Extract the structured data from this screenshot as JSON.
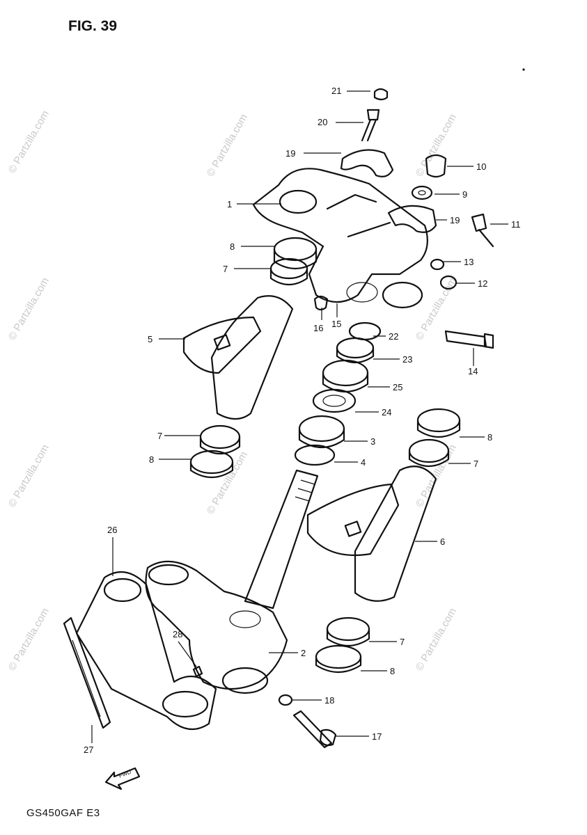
{
  "figure": {
    "title": "FIG. 39",
    "model_code": "GS450GAF E3"
  },
  "watermark": {
    "text": "© Partzilla.com",
    "color": "#c9c9c9"
  },
  "colors": {
    "ink": "#111111",
    "background": "#ffffff"
  },
  "fwd_marker": "FWD",
  "callouts": [
    {
      "label": "21"
    },
    {
      "label": "20"
    },
    {
      "label": "19"
    },
    {
      "label": "10"
    },
    {
      "label": "9"
    },
    {
      "label": "1"
    },
    {
      "label": "19"
    },
    {
      "label": "11"
    },
    {
      "label": "8"
    },
    {
      "label": "7"
    },
    {
      "label": "13"
    },
    {
      "label": "12"
    },
    {
      "label": "16"
    },
    {
      "label": "15"
    },
    {
      "label": "22"
    },
    {
      "label": "5"
    },
    {
      "label": "14"
    },
    {
      "label": "23"
    },
    {
      "label": "25"
    },
    {
      "label": "24"
    },
    {
      "label": "7"
    },
    {
      "label": "8"
    },
    {
      "label": "3"
    },
    {
      "label": "8"
    },
    {
      "label": "4"
    },
    {
      "label": "7"
    },
    {
      "label": "26"
    },
    {
      "label": "6"
    },
    {
      "label": "7"
    },
    {
      "label": "28"
    },
    {
      "label": "2"
    },
    {
      "label": "8"
    },
    {
      "label": "18"
    },
    {
      "label": "17"
    },
    {
      "label": "27"
    }
  ]
}
